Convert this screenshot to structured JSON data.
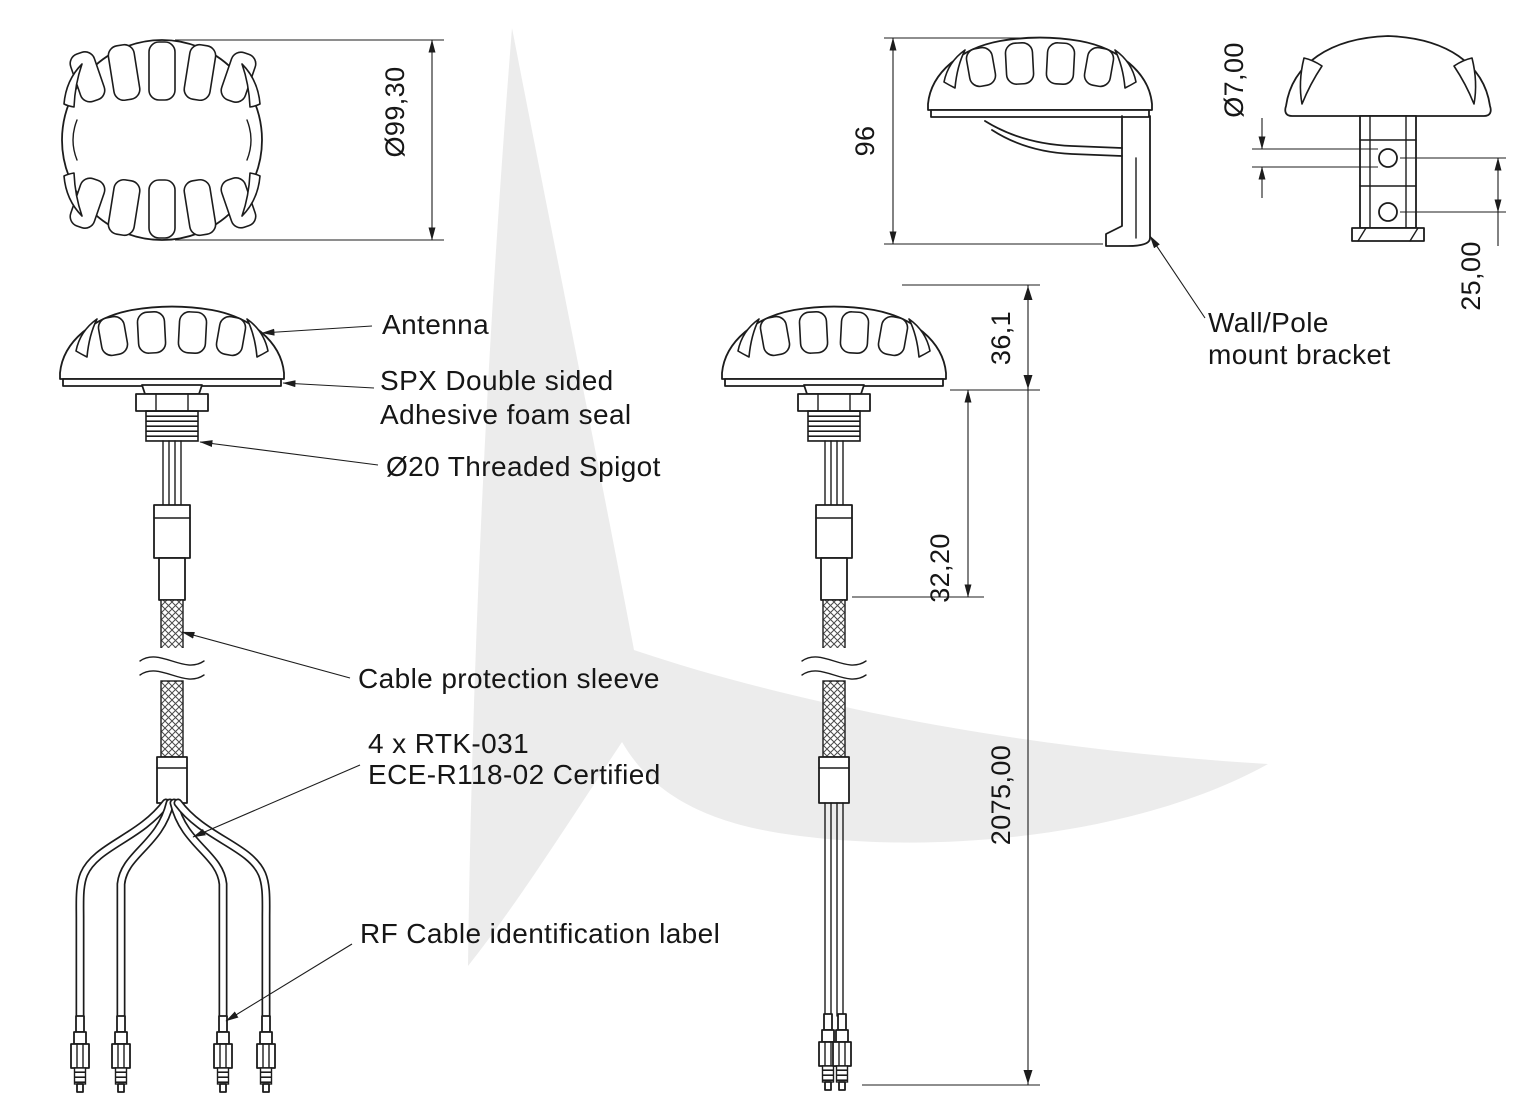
{
  "annotations": {
    "antenna": "Antenna",
    "foam_seal": [
      "SPX Double sided",
      "Adhesive foam seal"
    ],
    "spigot": "Ø20 Threaded Spigot",
    "sleeve": "Cable protection sleeve",
    "cable_cert": [
      "4 x RTK-031",
      "ECE-R118-02 Certified"
    ],
    "rf_label": "RF Cable identification label",
    "bracket": [
      "Wall/Pole",
      "mount bracket"
    ]
  },
  "dimensions": {
    "top_view_diameter": "Ø99,30",
    "side_height": "96",
    "bracket_hole_diameter": "Ø7,00",
    "bracket_hole_spacing": "25,00",
    "dome_height": "36,1",
    "spigot_length": "32,20",
    "cable_length": "2075,00"
  }
}
